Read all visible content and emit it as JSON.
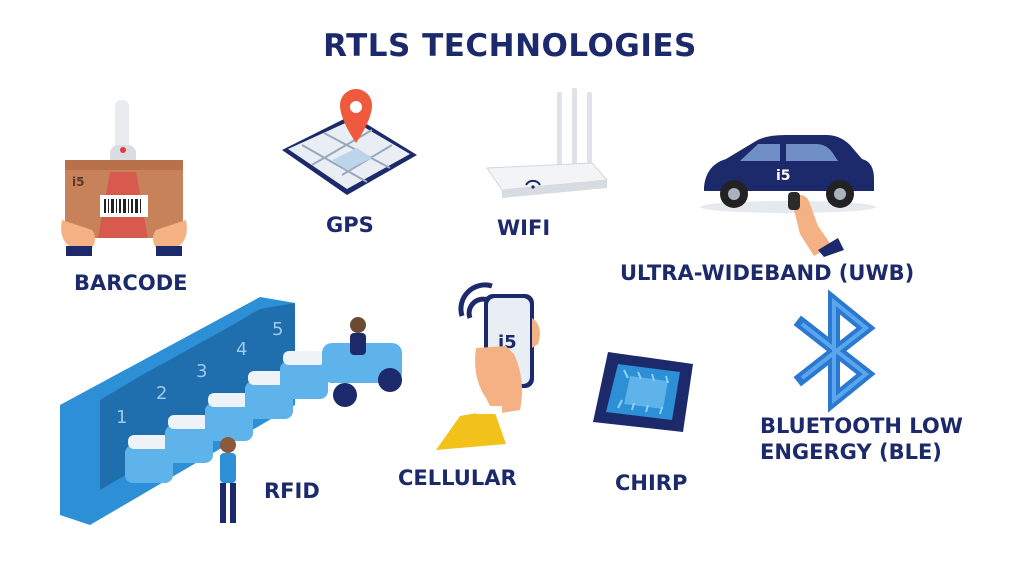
{
  "title": "RTLS TECHNOLOGIES",
  "technologies": [
    {
      "label": "BARCODE",
      "icon": "barcode-scanner-box-icon"
    },
    {
      "label": "GPS",
      "icon": "gps-map-pin-icon"
    },
    {
      "label": "WIFI",
      "icon": "wifi-router-icon"
    },
    {
      "label": "ULTRA-WIDEBAND (UWB)",
      "icon": "car-key-fob-icon"
    },
    {
      "label": "RFID",
      "icon": "warehouse-carts-icon"
    },
    {
      "label": "CELLULAR",
      "icon": "mobile-phone-icon"
    },
    {
      "label": "CHIRP",
      "icon": "microchip-icon"
    },
    {
      "label_lines": [
        "BLUETOOTH LOW",
        "ENGERGY (BLE)"
      ],
      "icon": "bluetooth-icon"
    }
  ],
  "logo_mark": "i5",
  "rfid_bay_numbers": [
    "1",
    "2",
    "3",
    "4",
    "5"
  ],
  "colors": {
    "navy": "#1c2a6b",
    "blue": "#2d8fd5",
    "light_blue": "#5db3ea",
    "orange": "#e8722c",
    "cardboard": "#c8825a",
    "yellow": "#f2c21b"
  }
}
